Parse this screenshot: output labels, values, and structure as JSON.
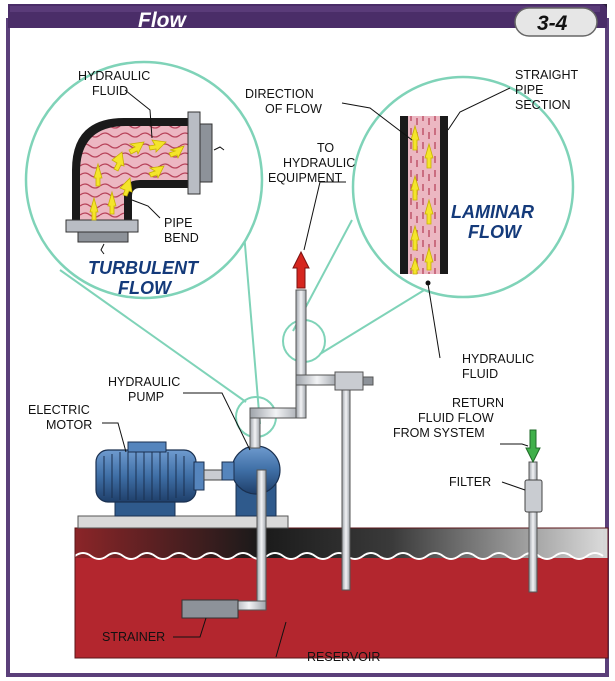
{
  "header": {
    "title": "Flow",
    "figure_number": "3-4"
  },
  "labels": {
    "hydraulic_fluid_top": [
      "HYDRAULIC",
      "FLUID"
    ],
    "pipe_bend": [
      "PIPE",
      "BEND"
    ],
    "turbulent_flow": [
      "TURBULENT",
      "FLOW"
    ],
    "direction_of_flow": [
      "DIRECTION",
      "OF FLOW"
    ],
    "to_hydraulic_equipment": [
      "TO",
      "HYDRAULIC",
      "EQUIPMENT"
    ],
    "straight_pipe_section": [
      "STRAIGHT",
      "PIPE",
      "SECTION"
    ],
    "laminar_flow": [
      "LAMINAR",
      "FLOW"
    ],
    "hydraulic_fluid_right": [
      "HYDRAULIC",
      "FLUID"
    ],
    "hydraulic_pump": [
      "HYDRAULIC",
      "PUMP"
    ],
    "electric_motor": [
      "ELECTRIC",
      "MOTOR"
    ],
    "return_fluid_flow": [
      "RETURN",
      "FLUID FLOW",
      "FROM SYSTEM"
    ],
    "filter": "FILTER",
    "strainer": "STRAINER",
    "reservoir": "RESERVOIR"
  },
  "colors": {
    "header_bg": "#4a2d68",
    "fluid": "#b3262e",
    "leader_green": "#7fd3b8",
    "pipe_gray": "#c9ccd1",
    "motor_blue": "#3f6fa6",
    "flow_arrow_yellow": "#f4e52b",
    "red_arrow": "#d6261f",
    "green_arrow": "#3fb04a"
  }
}
